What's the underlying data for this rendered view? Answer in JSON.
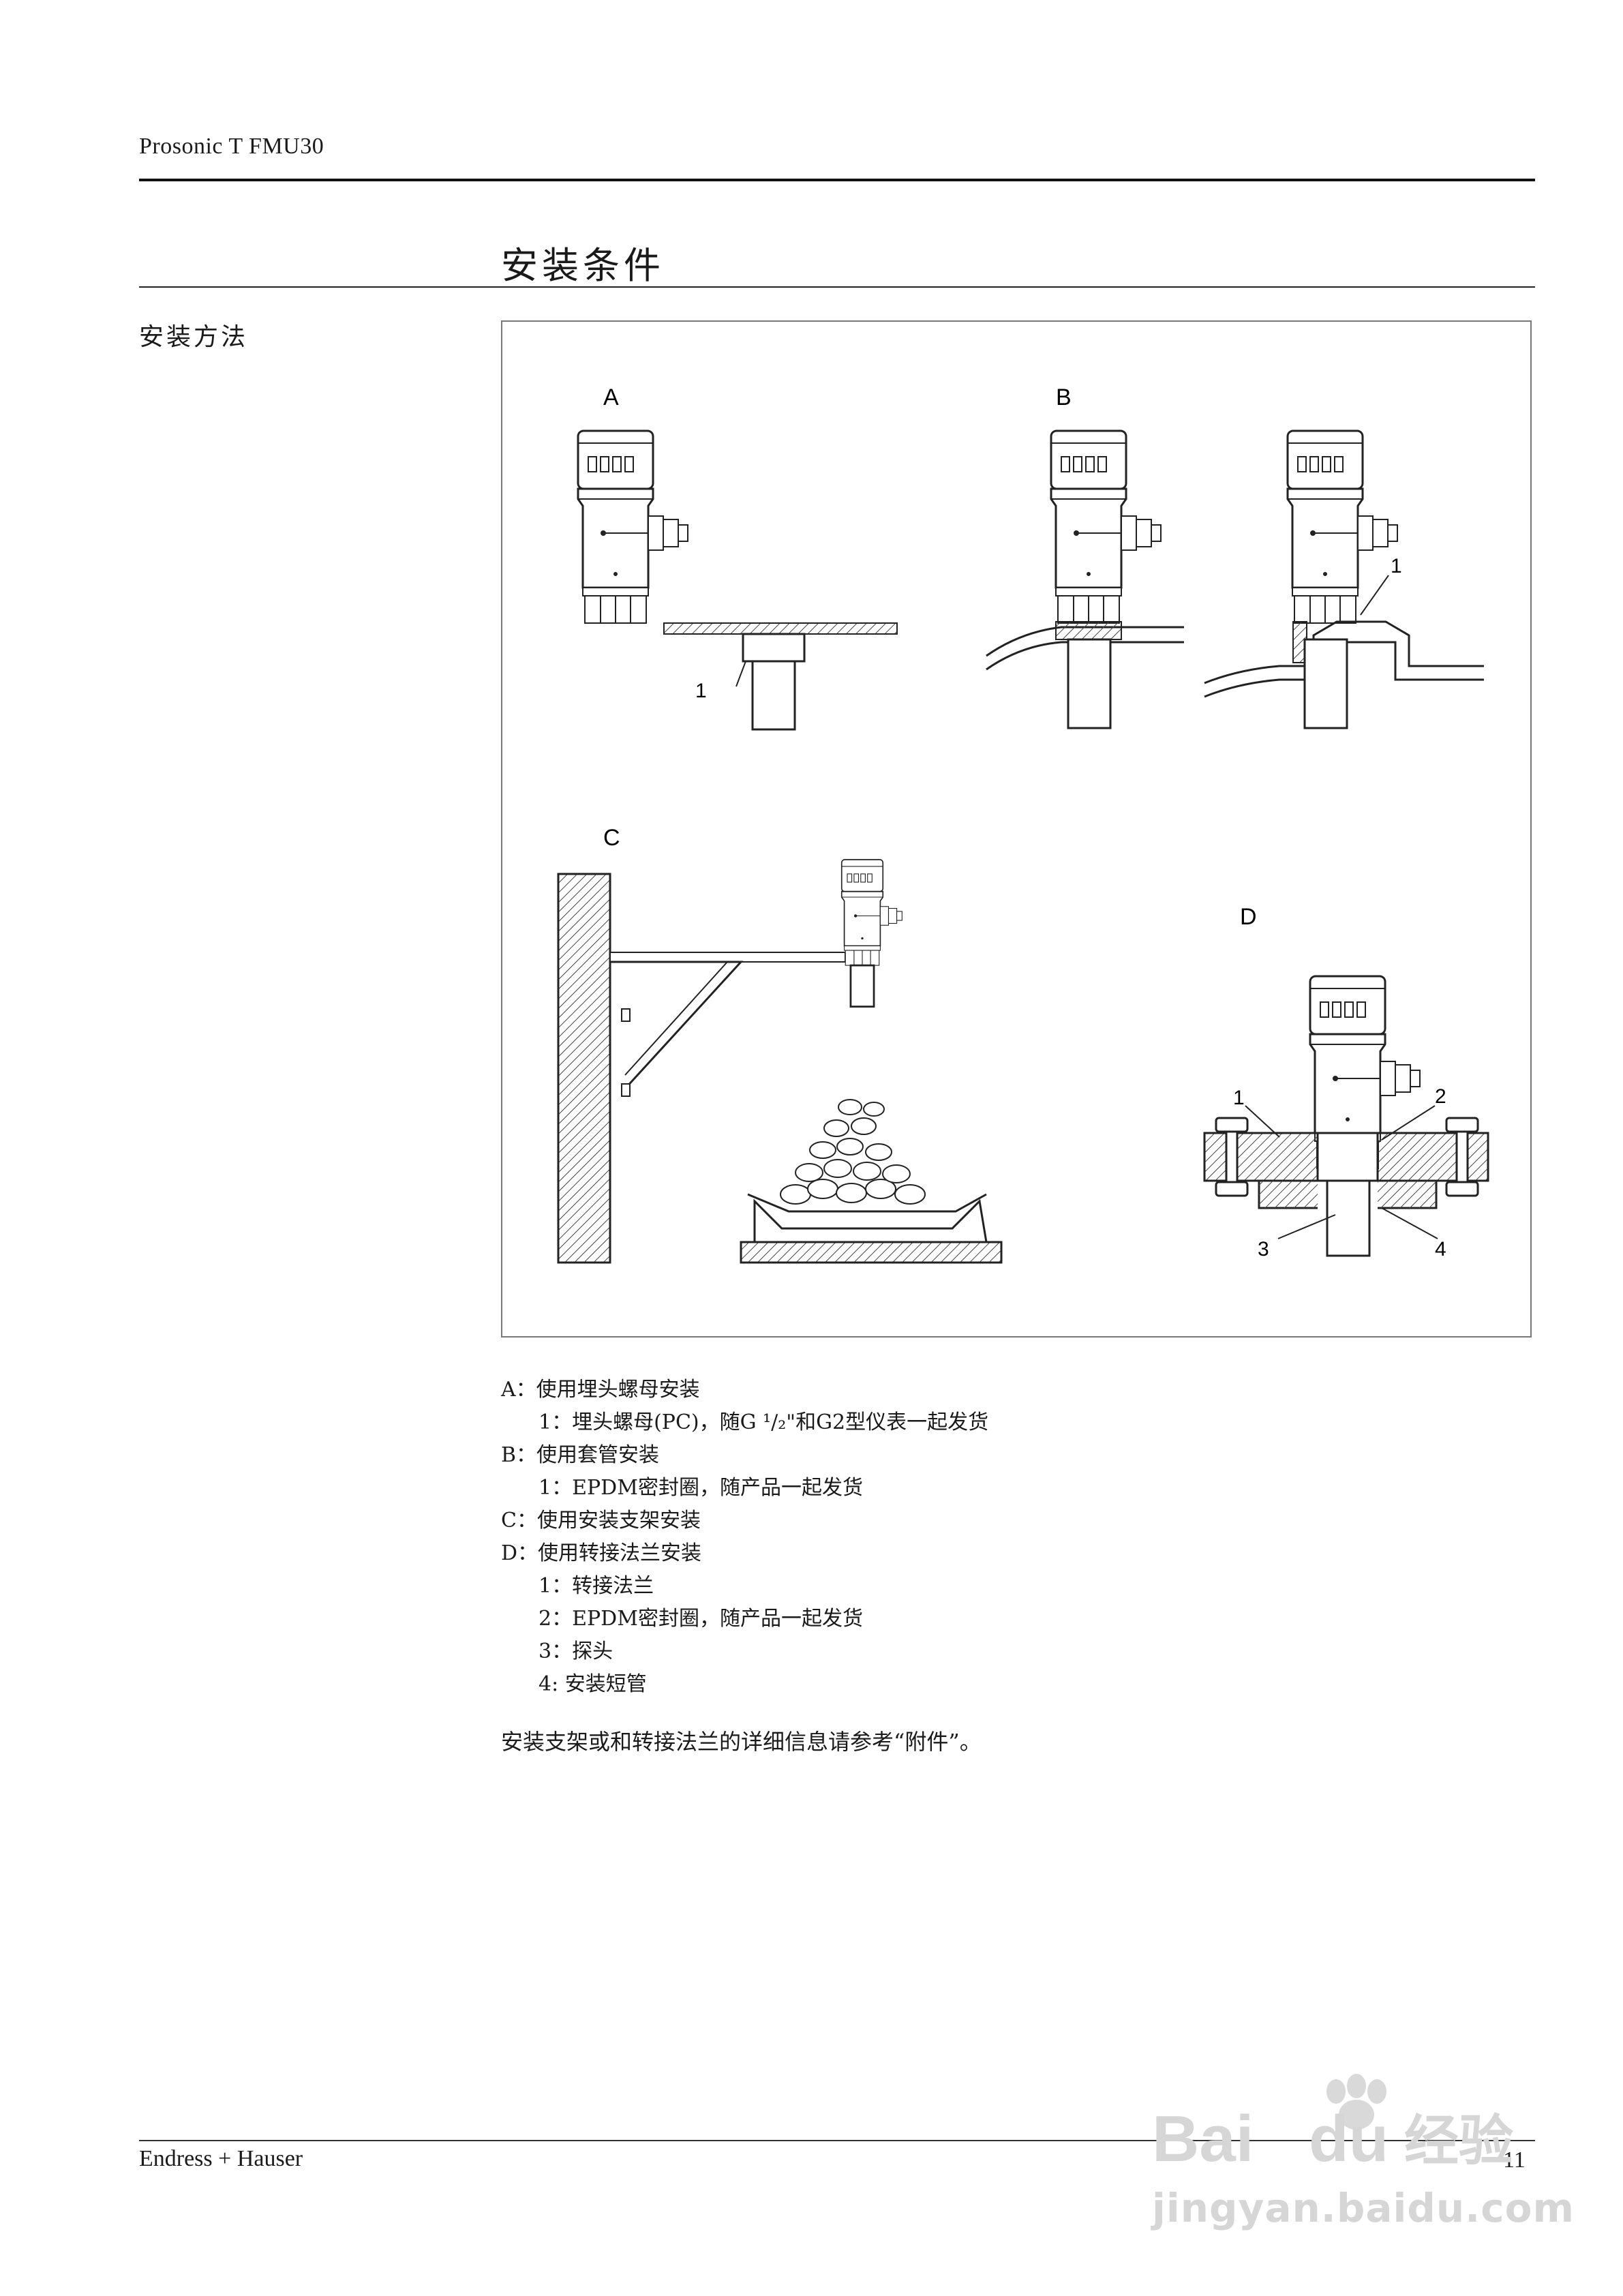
{
  "header": {
    "product": "Prosonic T FMU30"
  },
  "page_title": "安装条件",
  "side_heading": "安装方法",
  "figure": {
    "labels": {
      "a": "A",
      "b": "B",
      "c": "C",
      "d": "D"
    },
    "callouts": {
      "a1": "1",
      "b1": "1",
      "d1": "1",
      "d2": "2",
      "d3": "3",
      "d4": "4"
    }
  },
  "caption": {
    "a": {
      "title": "A：使用埋头螺母安装",
      "items": [
        "1：埋头螺母(PC)，随G ¹/₂\"和G2型仪表一起发货"
      ]
    },
    "b": {
      "title": "B：使用套管安装",
      "items": [
        "1：EPDM密封圈，随产品一起发货"
      ]
    },
    "c": {
      "title": "C：使用安装支架安装"
    },
    "d": {
      "title": "D：使用转接法兰安装",
      "items": [
        "1：转接法兰",
        "2：EPDM密封圈，随产品一起发货",
        "3：探头",
        "4:  安装短管"
      ]
    }
  },
  "note": "安装支架或和转接法兰的详细信息请参考“附件”。",
  "footer": {
    "company": "Endress + Hauser",
    "page_number": "11"
  },
  "watermark": {
    "logo_text": "Bai du 经验",
    "url": "jingyan.baidu.com"
  }
}
